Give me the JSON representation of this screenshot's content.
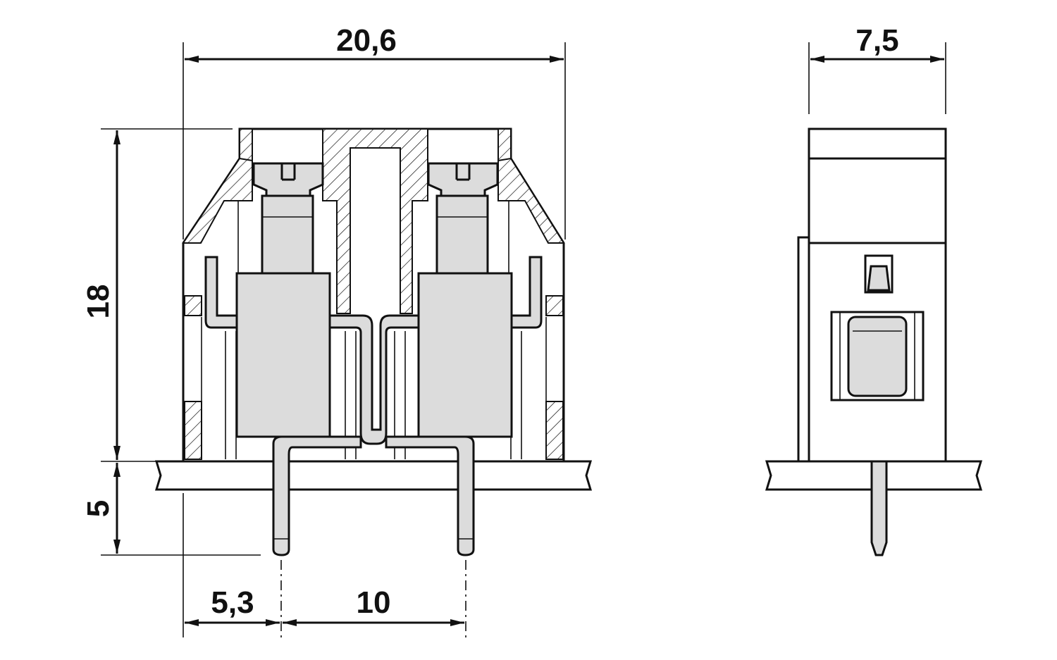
{
  "dimensions": {
    "total_width": "20,6",
    "side_width": "7,5",
    "height_body": "18",
    "height_pin": "5",
    "pin_offset": "5,3",
    "pitch": "10"
  }
}
